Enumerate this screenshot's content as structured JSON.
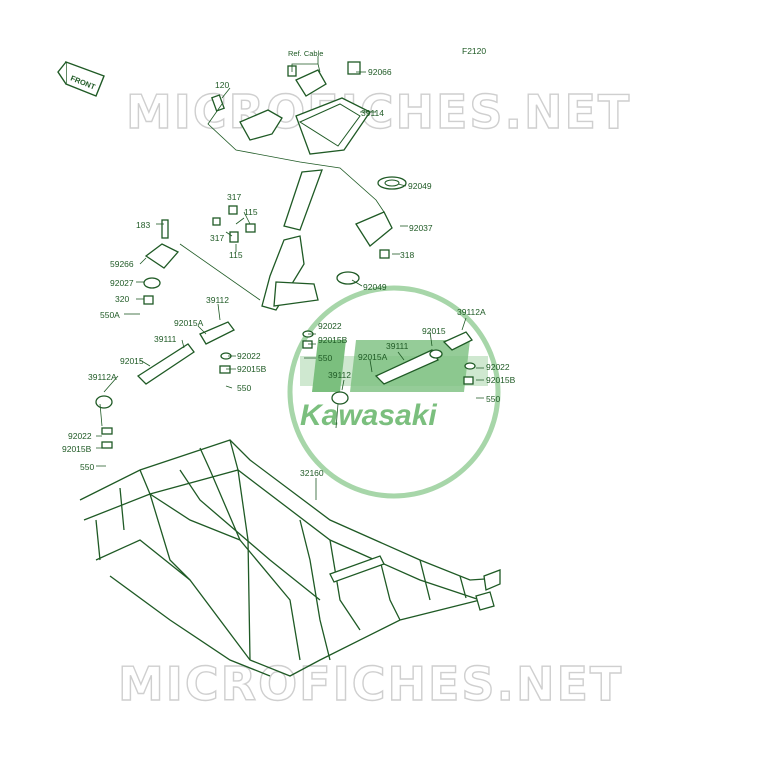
{
  "diagram": {
    "code": "F2120",
    "front_label": "FRONT",
    "ref_label": "Ref. Cable",
    "watermark": "MICROFICHES.NET",
    "logo_text": "Kawasaki",
    "colors": {
      "ink": "#1f5a25",
      "logo": "#7bbf7e",
      "watermark": "#cfcfcf"
    },
    "parts": {
      "p120": "120",
      "p92066": "92066",
      "p39114": "39114",
      "p92049a": "92049",
      "p92037": "92037",
      "p318": "318",
      "p92049b": "92049",
      "p317a": "317",
      "p317b": "317",
      "p115a": "115",
      "p115b": "115",
      "p183": "183",
      "p59266": "59266",
      "p92027": "92027",
      "p320": "320",
      "p550a": "550A",
      "p39112a": "39112",
      "p92015aa": "92015A",
      "p39111a": "39111",
      "p92022a": "92022",
      "p92015ba": "92015B",
      "p550b": "550",
      "p92015a": "92015",
      "p39112aa": "39112A",
      "p92022b": "92022",
      "p92015bb": "92015B",
      "p550c": "550",
      "p92022c": "92022",
      "p92015bc": "92015B",
      "p550d": "550",
      "p39112ab": "39112A",
      "p92015b": "92015",
      "p39111b": "39111",
      "p92015ab": "92015A",
      "p39112b": "39112",
      "p92022d": "92022",
      "p92015bd": "92015B",
      "p550e": "550",
      "p32160": "32160"
    }
  }
}
